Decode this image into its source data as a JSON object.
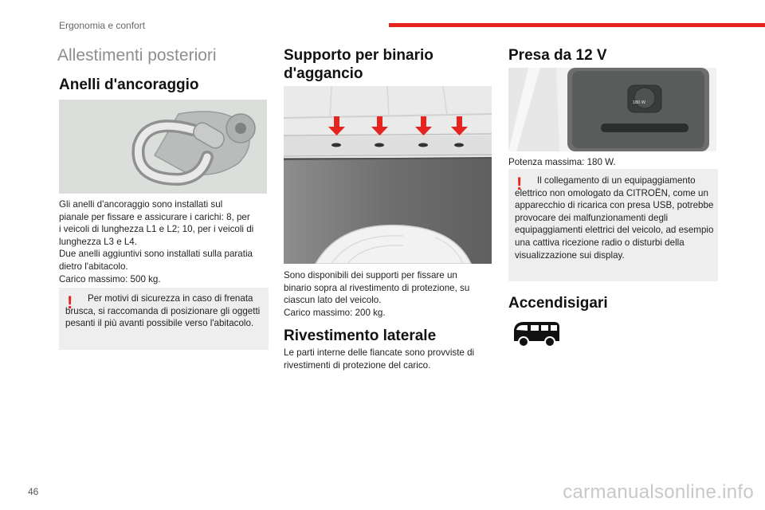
{
  "header": {
    "section_label": "Ergonomia e confort",
    "accent_color": "#e52420"
  },
  "footer": {
    "page_number": "46",
    "watermark": "carmanualsonline.info"
  },
  "col1": {
    "title": "Allestimenti posteriori",
    "heading": "Anelli d'ancoraggio",
    "image_icon": "tie-down-ring-illustration",
    "paragraph_lines": [
      "Gli anelli d'ancoraggio sono installati sul",
      "pianale per fissare e assicurare i carichi: 8, per",
      "i veicoli di lunghezza L1 e L2; 10, per i veicoli di",
      "lunghezza L3 e L4.",
      "Due anelli aggiuntivi sono installati sulla paratia",
      "dietro l'abitacolo.",
      "Carico massimo: 500 kg."
    ],
    "warning": {
      "symbol": "!",
      "text": "Per motivi di sicurezza in caso di frenata brusca, si raccomanda di posizionare gli oggetti pesanti il più avanti possibile verso l'abitacolo."
    }
  },
  "col2": {
    "heading": "Supporto per binario d'aggancio",
    "image_icon": "rail-support-illustration",
    "paragraph_lines": [
      "Sono disponibili dei supporti per fissare un",
      "binario sopra al rivestimento di protezione, su",
      "ciascun lato del veicolo.",
      "Carico massimo: 200 kg."
    ],
    "heading2": "Rivestimento laterale",
    "paragraph2_lines": [
      "Le parti interne delle fiancate sono provviste di",
      "rivestimenti di protezione del carico."
    ]
  },
  "col3": {
    "heading": "Presa da 12 V",
    "image_icon": "12v-socket-illustration",
    "socket_label": "180 W",
    "power_text": "Potenza massima: 180 W.",
    "warning": {
      "symbol": "!",
      "text": "Il collegamento di un equipaggiamento elettrico non omologato da CITROËN, come un apparecchio di ricarica con presa USB, potrebbe provocare dei malfunzionamenti degli equipaggiamenti elettrici del veicolo, ad esempio una cattiva ricezione radio o disturbi della visualizzazione sui display."
    },
    "heading2": "Accendisigari",
    "van_icon": "van-icon"
  }
}
